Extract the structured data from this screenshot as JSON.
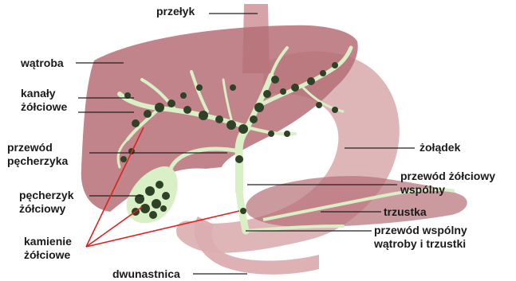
{
  "labels": {
    "przelyk": "przełyk",
    "watroba": "wątroba",
    "kanaly": [
      "kanały",
      "żółciowe"
    ],
    "zoladek": "żołądek",
    "przewod_pecherzyka": [
      "przewód",
      "pęcherzyka"
    ],
    "przewod_wspolny": [
      "przewód żółciowy",
      "wspólny"
    ],
    "pecherzyk": [
      "pęcherzyk",
      "żółciowy"
    ],
    "trzustka": "trzustka",
    "kamienie": [
      "kamienie",
      "żółciowe"
    ],
    "przewod_watroby": [
      "przewód wspólny",
      "wątroby i trzustki"
    ],
    "dwunastnica": "dwunastnica"
  },
  "colors": {
    "liver": "#b56f76",
    "stomach": "#dcaeb0",
    "esophagus": "#d5a3a8",
    "ducts": "#d9efc5",
    "stones": "#2f4127",
    "pointer_lines": "#e02020",
    "leader_lines": "#222222"
  }
}
